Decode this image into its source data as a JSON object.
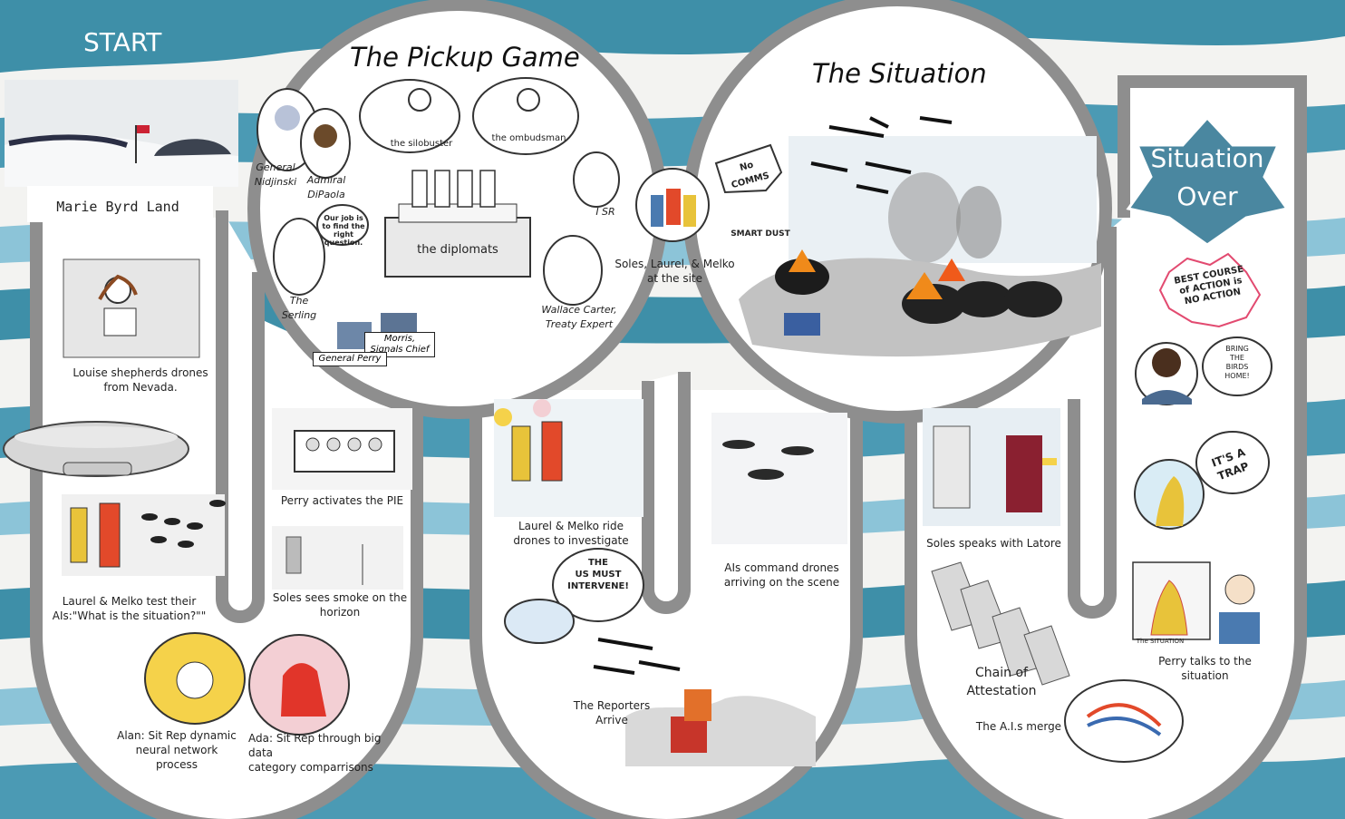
{
  "start_label": "START",
  "sections": {
    "pickup": {
      "title": "The Pickup Game"
    },
    "situation": {
      "title": "The Situation"
    },
    "over": {
      "line1": "Situation",
      "line2": "Over"
    }
  },
  "pickup_labels": {
    "silobuster": "the silobuster",
    "ombudsman": "the ombudsman",
    "general_n_1": "General",
    "general_n_2": "Nidjinski",
    "admiral_1": "Admiral",
    "admiral_2": "DiPaola",
    "isr": "I SR",
    "serling_quote": "Our job is to find the right question.",
    "serling": "The Serling",
    "diplomats": "the diplomats",
    "wallace_1": "Wallace Carter,",
    "wallace_2": "Treaty Expert",
    "morris": "Morris, Signals Chief",
    "perry_box": "General Perry"
  },
  "situation_labels": {
    "no_comms": "No COMMS",
    "smart_dust": "SMART DUST",
    "soles_site_1": "Soles, Laurel, & Melko",
    "soles_site_2": "at the site"
  },
  "scenes": {
    "marie_byrd": "Marie Byrd Land",
    "louise_1": "Louise shepherds drones",
    "louise_2": "from Nevada.",
    "laurel_test_1": "Laurel & Melko test their",
    "laurel_test_2": "AIs:\"What is the situation?\"\"",
    "alan_1": "Alan: Sit Rep dynamic",
    "alan_2": "neural network process",
    "ada_1": "Ada: Sit Rep through big data",
    "ada_2": "category comparrisons",
    "perry_pie": "Perry activates the PIE",
    "soles_smoke_1": "Soles sees smoke on the",
    "soles_smoke_2": "horizon",
    "laurel_ride_1": "Laurel & Melko ride",
    "laurel_ride_2": "drones to investigate",
    "us_must_1": "THE",
    "us_must_2": "US MUST",
    "us_must_3": "INTERVENE!",
    "reporters_1": "The Reporters",
    "reporters_2": "Arrive",
    "ais_command_1": "AIs command drones",
    "ais_command_2": "arriving on the scene",
    "soles_latore": "Soles speaks with Latore",
    "chain_1": "Chain of",
    "chain_2": "Attestation",
    "ais_merge": "The A.I.s merge",
    "best_course_1": "BEST COURSE",
    "best_course_2": "of ACTION is",
    "best_course_3": "NO ACTION",
    "bring_1": "BRING",
    "bring_2": "THE",
    "bring_3": "BIRDS",
    "bring_4": "HOME!",
    "trap_1": "IT'S A",
    "trap_2": "TRAP",
    "the_situation_small": "The SITUATION",
    "perry_talks": "Perry talks to the situation"
  },
  "colors": {
    "stripe_dark": "#3e8fa8",
    "stripe_light": "#8cc4d8",
    "track_gray": "#8e8e8e",
    "star_blue": "#4a87a0"
  }
}
